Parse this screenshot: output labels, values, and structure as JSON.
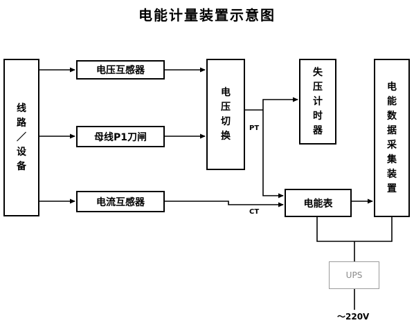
{
  "title": "电能计量装置示意图",
  "blocks": {
    "line_device": "线路／设备",
    "vt": "电压互感器",
    "busbar_switch": "母线P1刀闸",
    "ct": "电流互感器",
    "voltage_switch": "电压切换",
    "loss_timer": "失压计时器",
    "meter": "电能表",
    "collector": "电能数据采集装置",
    "ups": "UPS"
  },
  "labels": {
    "pt": "PT",
    "ct": "CT",
    "power": "～220V"
  }
}
